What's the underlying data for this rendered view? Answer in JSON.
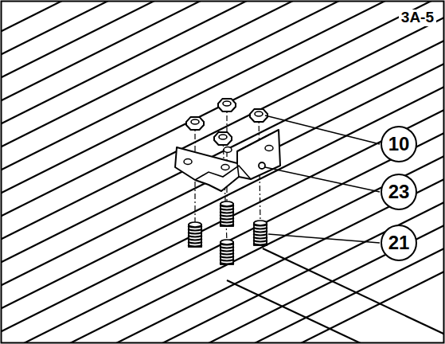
{
  "diagram": {
    "nodes": [
      {
        "text": [
          "10"
        ]
      },
      {
        "text": [
          "23"
        ]
      },
      {
        "text": [
          "21"
        ]
      }
    ],
    "labels": [
      "3A-5"
    ]
  }
}
